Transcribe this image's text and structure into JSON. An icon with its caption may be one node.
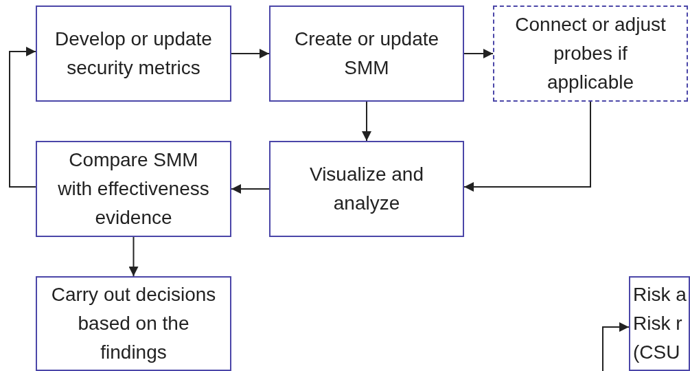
{
  "diagram": {
    "nodes": [
      {
        "text": [
          "Develop or update security metrics"
        ]
      },
      {
        "text": [
          "Create or update SMM"
        ]
      },
      {
        "text": [
          "Connect or adjust probes if applicable"
        ]
      },
      {
        "text": [
          "Compare SMM with effectiveness evidence"
        ]
      },
      {
        "text": [
          "Visualize and analyze"
        ]
      },
      {
        "text": [
          "Carry out decisions based on the findings"
        ]
      },
      {
        "text": [
          "Risk a Risk r (CSU"
        ]
      }
    ],
    "edges": [
      {
        "from": 0,
        "to": 1,
        "arrow": "to"
      },
      {
        "from": 1,
        "to": 2,
        "arrow": "to"
      },
      {
        "from": 1,
        "to": 4,
        "arrow": "to"
      },
      {
        "from": 2,
        "to": 4,
        "arrow": "to"
      },
      {
        "from": 4,
        "to": 3,
        "arrow": "to"
      },
      {
        "from": 3,
        "to": 0,
        "arrow": "to"
      },
      {
        "from": 3,
        "to": 5,
        "arrow": "to"
      },
      {
        "from": null,
        "to": 6,
        "arrow": "to"
      }
    ]
  }
}
